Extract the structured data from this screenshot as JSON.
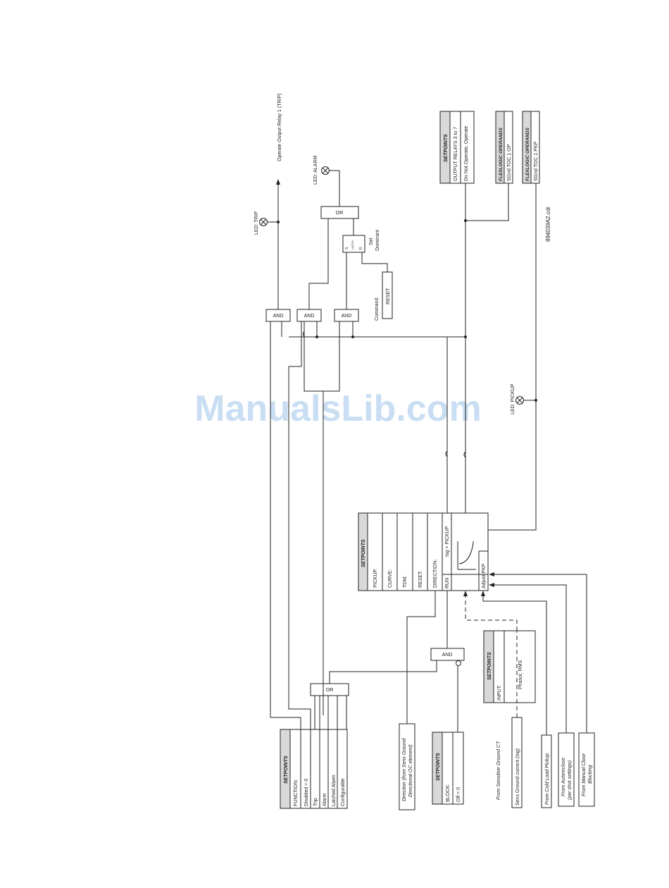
{
  "watermark": "ManualsLib.com",
  "drawing_number": "894039A2.cdr",
  "function_setpoints": {
    "header": "SETPOINTS",
    "label": "FUNCTION:",
    "options": [
      "Disabled = 0",
      "Trip",
      "Alarm",
      "Latched Alarm",
      "Configurable"
    ]
  },
  "block_setpoints": {
    "header": "SETPOINTS",
    "label": "BLOCK:",
    "value": "Off = 0"
  },
  "direction_input": [
    "Direction (from Sens Ground",
    "Directional OC element)"
  ],
  "current_source": {
    "title": "From Sensitive Ground CT",
    "label": "Sens Ground current (Isg)"
  },
  "input_setpoints": {
    "header": "SETPOINTS",
    "label": "INPUT:",
    "value": "Phasor, RMS"
  },
  "external_inputs": {
    "cold_load": "From Cold Load Pickup",
    "autoreclose": [
      "From Autoreclose",
      "(per shot settings)"
    ],
    "manual_close": [
      "From Manual Close",
      "Blocking"
    ]
  },
  "main_setpoints": {
    "header": "SETPOINTS",
    "rows": [
      "PICKUP:",
      "CURVE:",
      "TDM:",
      "RESET:",
      "DIRECTION:"
    ],
    "run": "RUN",
    "condition": "Isg > PICKUP",
    "adjust": "Adjust PKP"
  },
  "gates": {
    "and_block": "AND",
    "or_function": "OR",
    "and_trip": "AND",
    "and_alarm": "AND",
    "and_latch": "AND",
    "or_alarm": "OR"
  },
  "latch": {
    "s": "S",
    "latch": "LATCH",
    "r": "R",
    "note": [
      "Set",
      "Dominant"
    ]
  },
  "reset": {
    "label": "RESET",
    "caption": "Command"
  },
  "outputs": {
    "led_trip": "LED: TRIP",
    "led_alarm": "LED: ALARM",
    "led_pickup": "LED: PICKUP",
    "relay_trip": "Operate Output Relay 1 (TRIP)"
  },
  "output_relays_setpoints": {
    "header": "SETPOINTS",
    "label": "OUTPUT RELAYS 3 to 7",
    "value": "Do Not Operate, Operate"
  },
  "flexlogic_op": {
    "header": "FLEXLOGIC OPERANDS",
    "value": "SGnd TOC 1 OP"
  },
  "flexlogic_pkp": {
    "header": "FLEXLOGIC OPERANDS",
    "value": "SGnd TOC 1 PKP"
  }
}
